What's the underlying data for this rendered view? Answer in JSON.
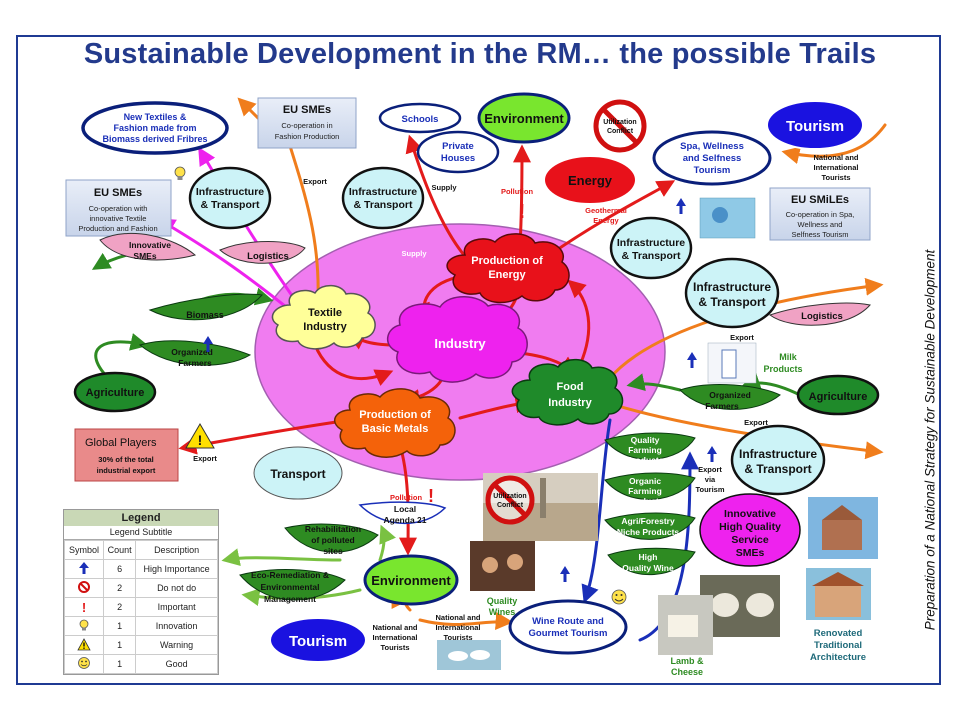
{
  "title": "Sustainable Development in the RM… the possible Trails",
  "side_text": "Preparation of a National Strategy for Sustainable Development",
  "nodes": {
    "industry": "Industry",
    "textile": [
      "Textile",
      "Industry"
    ],
    "production_energy": [
      "Production of",
      "Energy"
    ],
    "basic_metals": [
      "Production of",
      "Basic Metals"
    ],
    "food_industry": [
      "Food",
      "Industry"
    ],
    "environment_top": "Environment",
    "environment_bottom": "Environment",
    "energy": "Energy",
    "tourism_top": "Tourism",
    "tourism_bottom": "Tourism",
    "agriculture_left": "Agriculture",
    "agriculture_right": "Agriculture",
    "transport": "Transport",
    "infra_1": [
      "Infrastructure",
      "& Transport"
    ],
    "infra_2": [
      "Infrastructure",
      "& Transport"
    ],
    "infra_3": [
      "Infrastructure",
      "& Transport"
    ],
    "infra_4": [
      "Infrastructure",
      "& Transport"
    ],
    "infra_5": [
      "Infrastructure",
      "& Transport"
    ],
    "new_textiles": [
      "New Textiles &",
      "Fashion made from",
      "Biomass derived Fribres"
    ],
    "schools": "Schools",
    "private_houses": [
      "Private",
      "Houses"
    ],
    "spa": [
      "Spa, Wellness",
      "and Selfness",
      "Tourism"
    ],
    "wine_route": [
      "Wine Route and",
      "Gourmet Tourism"
    ],
    "innovative_service": [
      "Innovative",
      "High Quality",
      "Service",
      "SMEs"
    ],
    "utilization_conflict": [
      "Utilization",
      "Conflict"
    ]
  },
  "boxes": {
    "eu_smes_top": {
      "title": "EU SMEs",
      "text": [
        "Co-operation in",
        "Fashion Production"
      ]
    },
    "eu_smes_left": {
      "title": "EU SMEs",
      "text": [
        "Co-operation with",
        "innovative Textile",
        "Production and Fashion"
      ]
    },
    "eu_smiles": {
      "title": "EU SMiLEs",
      "text": [
        "Co-operation in Spa,",
        "Wellness and",
        "Selfness Tourism"
      ]
    },
    "global_players": {
      "title": "Global Players",
      "text": [
        "30% of the total",
        "industrial export"
      ]
    }
  },
  "leaves": {
    "innovative_smes": [
      "Innovative",
      "SMEs"
    ],
    "logistics_left": "Logistics",
    "biomass": "Biomass",
    "organized_farmers_left": [
      "Organized",
      "Farmers"
    ],
    "logistics_right": "Logistics",
    "organized_farmers_right": [
      "Organized",
      "Farmers"
    ],
    "quality_farming": [
      "Quality",
      "Farming",
      "Products"
    ],
    "organic_farming": [
      "Organic",
      "Farming",
      "Products"
    ],
    "agri_forestry": [
      "Agri/Forestry",
      "Niche Products"
    ],
    "high_quality_wine": [
      "High",
      "Quality Wine"
    ],
    "rehabilitation": [
      "Rehabilitation",
      "of polluted",
      "sites"
    ],
    "eco_remediation": [
      "Eco-Remediation &",
      "Environmental",
      "Management"
    ],
    "local_agenda": [
      "Local",
      "Agenda 21"
    ]
  },
  "labels": {
    "export_1": "Export",
    "export_2": "Export",
    "export_3": "Export",
    "export_4": "Export",
    "export_via_tourism": [
      "Export",
      "via",
      "Tourism"
    ],
    "supply_1": "Supply",
    "supply_2": "Supply",
    "pollution_1": "Pollution",
    "pollution_2": "Pollution",
    "geothermal": [
      "Geothermal",
      "Energy"
    ],
    "nat_int_tourists_right": [
      "National and",
      "International",
      "Tourists"
    ],
    "nat_int_tourists_bottom_left": [
      "National and",
      "International",
      "Tourists"
    ],
    "nat_int_tourists_bottom_mid": [
      "National and",
      "International",
      "Tourists"
    ],
    "milk_products": [
      "Milk",
      "Products"
    ],
    "quality_wines": [
      "Quality",
      "Wines"
    ],
    "lamb_cheese": [
      "Lamb &",
      "Cheese"
    ],
    "renovated": [
      "Renovated",
      "Traditional",
      "Architecture"
    ]
  },
  "legend": {
    "header": "Legend",
    "subtitle": "Legend Subtitle",
    "columns": [
      "Symbol",
      "Count",
      "Description"
    ],
    "rows": [
      {
        "symbol": "arrow-up",
        "count": "6",
        "description": "High Importance"
      },
      {
        "symbol": "no-sign",
        "count": "2",
        "description": "Do not do"
      },
      {
        "symbol": "exclamation",
        "count": "2",
        "description": "Important"
      },
      {
        "symbol": "lightbulb",
        "count": "1",
        "description": "Innovation"
      },
      {
        "symbol": "warning",
        "count": "1",
        "description": "Warning"
      },
      {
        "symbol": "smiley",
        "count": "1",
        "description": "Good"
      }
    ]
  },
  "colors": {
    "title": "#233a8c",
    "industry_zone": "#f07cf0",
    "industry_cloud": "#ee22ee",
    "energy_cloud": "#e8111a",
    "metals_cloud": "#f4620a",
    "textile_cloud": "#ffff99",
    "food_cloud": "#1f8a2a",
    "environment": "#79e62e",
    "leaf_green": "#2e8b22",
    "leaf_pink": "#f0a2c4",
    "node_dark": "#0a1f7a",
    "node_light": "#ccf3f7",
    "arrow_red": "#e31b1b",
    "arrow_orange": "#f07d1c",
    "arrow_magenta": "#ee22ee",
    "arrow_green": "#7ac142",
    "arrow_blue": "#1a2fb8"
  }
}
